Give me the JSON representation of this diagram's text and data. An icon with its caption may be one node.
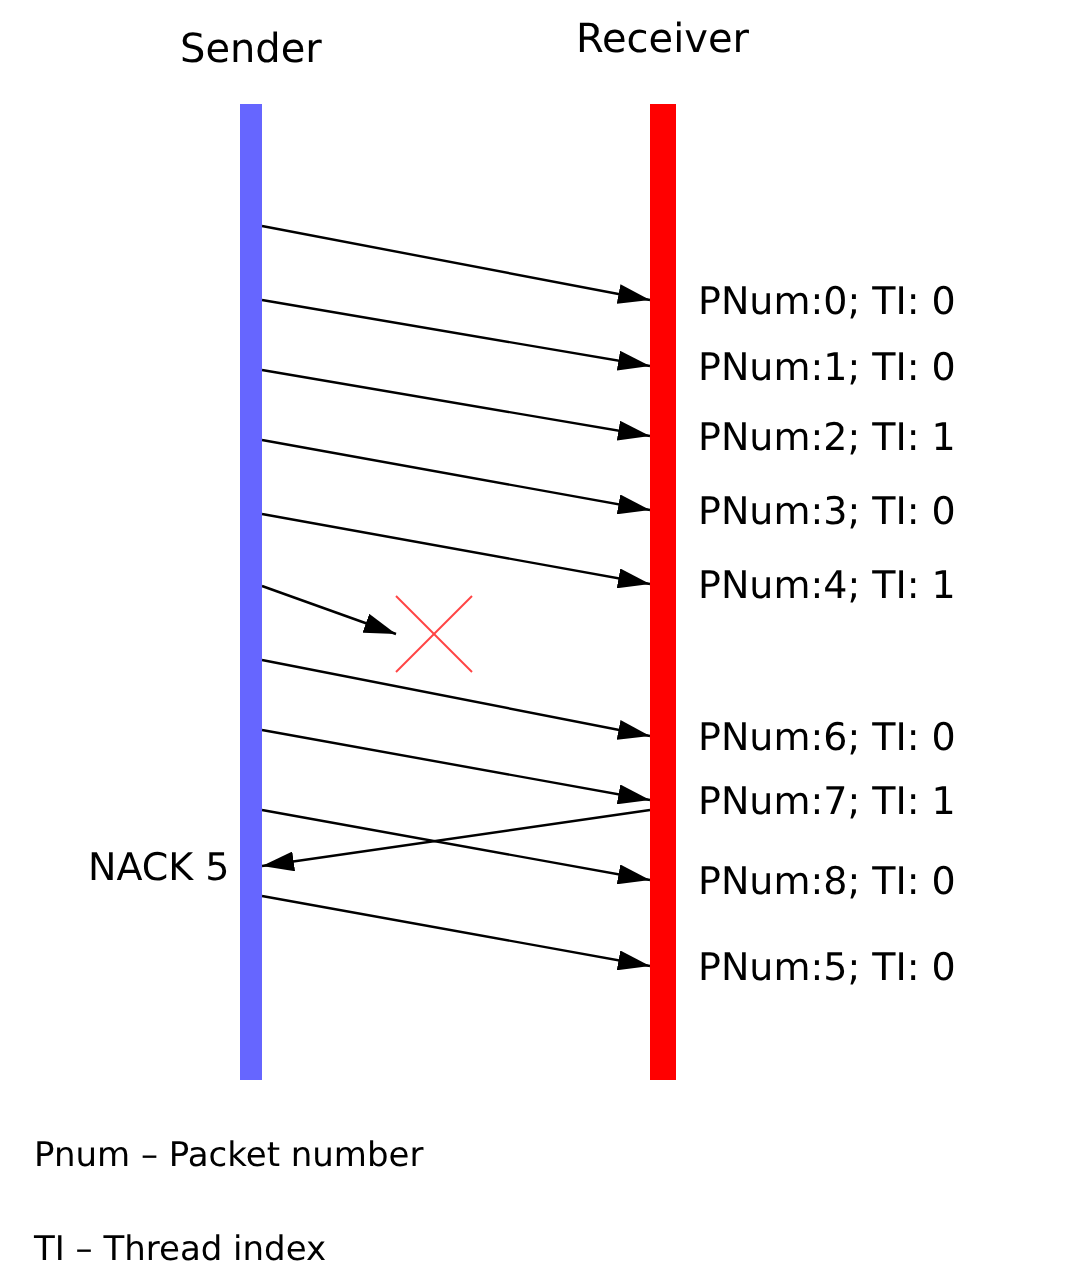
{
  "diagram": {
    "nodes": [
      {
        "text": [
          "Sender"
        ]
      },
      {
        "text": [
          "Receiver"
        ]
      },
      {
        "text": [],
        "shape": "cross"
      }
    ],
    "edges": [
      {
        "from": 0,
        "to": 1,
        "arrow": "to",
        "label": "PNum:0; TI: 0"
      },
      {
        "from": 0,
        "to": 1,
        "arrow": "to",
        "label": "PNum:1; TI: 0"
      },
      {
        "from": 0,
        "to": 1,
        "arrow": "to",
        "label": "PNum:2; TI: 1"
      },
      {
        "from": 0,
        "to": 1,
        "arrow": "to",
        "label": "PNum:3; TI: 0"
      },
      {
        "from": 0,
        "to": 1,
        "arrow": "to",
        "label": "PNum:4; TI: 1"
      },
      {
        "from": 0,
        "to": 2,
        "arrow": "to"
      },
      {
        "from": 0,
        "to": 1,
        "arrow": "to",
        "label": "PNum:6; TI: 0"
      },
      {
        "from": 0,
        "to": 1,
        "arrow": "to",
        "label": "PNum:7; TI: 1"
      },
      {
        "from": 1,
        "to": 0,
        "arrow": "to",
        "label": "NACK 5"
      },
      {
        "from": 0,
        "to": 1,
        "arrow": "to",
        "label": "PNum:8; TI: 0"
      },
      {
        "from": 0,
        "to": 1,
        "arrow": "to",
        "label": "PNum:5; TI: 0"
      }
    ],
    "labels": [
      "Pnum – Packet number",
      "TI – Thread index"
    ]
  }
}
